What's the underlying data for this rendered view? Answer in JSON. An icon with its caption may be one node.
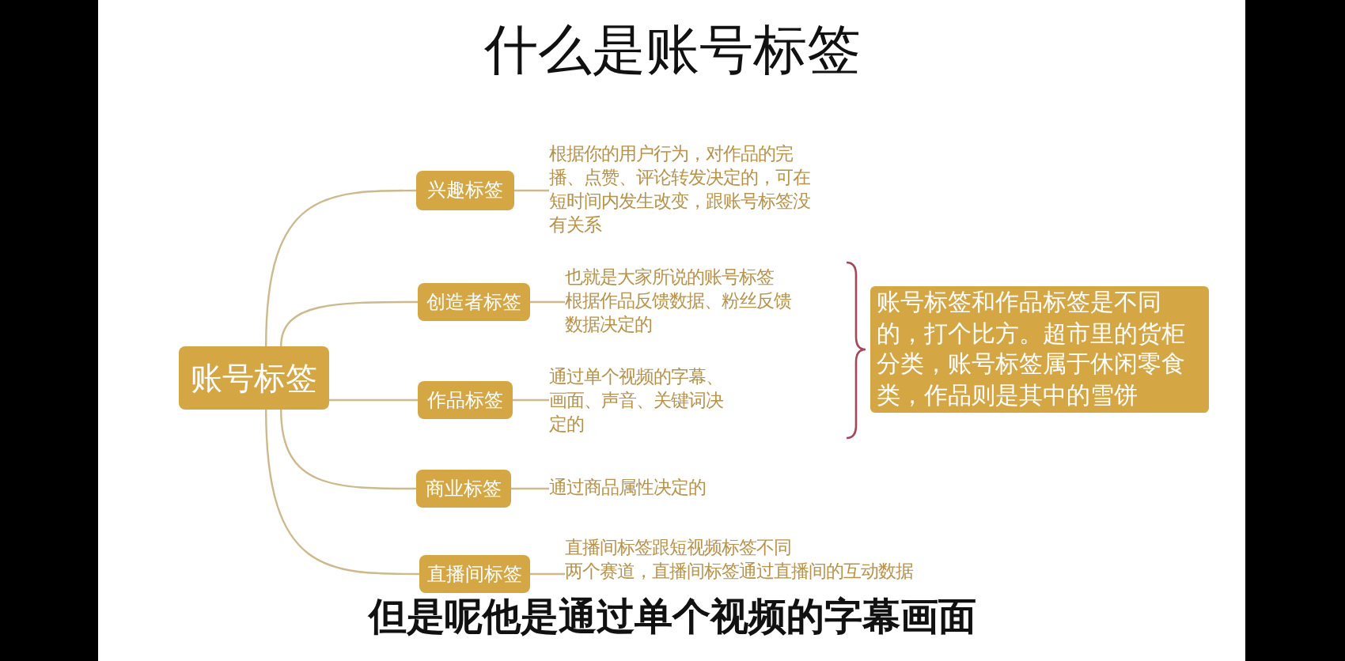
{
  "diagram": {
    "title": "什么是账号标签",
    "caption": "但是呢他是通过单个视频的字幕画面",
    "nodes": [
      {
        "text": [
          "账号标签"
        ]
      },
      {
        "text": [
          "兴趣标签"
        ]
      },
      {
        "text": [
          "根据你的用户行为，对作品的完播、点赞、评论转发决定的，可在短时间内发生改变，跟账号标签没有关系"
        ]
      },
      {
        "text": [
          "创造者标签"
        ]
      },
      {
        "text": [
          "也就是大家所说的账号标签",
          "根据作品反馈数据、粉丝反馈数据决定的"
        ]
      },
      {
        "text": [
          "作品标签"
        ]
      },
      {
        "text": [
          "通过单个视频的字幕、画面、声音、关键词决定的"
        ]
      },
      {
        "text": [
          "商业标签"
        ]
      },
      {
        "text": [
          "通过商品属性决定的"
        ]
      },
      {
        "text": [
          "直播间标签"
        ]
      },
      {
        "text": [
          "直播间标签跟短视频标签不同",
          "两个赛道，直播间标签通过直播间的互动数据"
        ]
      },
      {
        "text": [
          "账号标签和作品标签是不同的，打个比方。超市里的货柜分类，账号标签属于休闲零食类，作品则是其中的雪饼"
        ]
      }
    ],
    "edges": [
      {
        "from": 0,
        "to": 1,
        "arrow": "none"
      },
      {
        "from": 1,
        "to": 2,
        "arrow": "none"
      },
      {
        "from": 0,
        "to": 3,
        "arrow": "none"
      },
      {
        "from": 3,
        "to": 4,
        "arrow": "none"
      },
      {
        "from": 0,
        "to": 5,
        "arrow": "none"
      },
      {
        "from": 5,
        "to": 6,
        "arrow": "none"
      },
      {
        "from": 0,
        "to": 7,
        "arrow": "none"
      },
      {
        "from": 7,
        "to": 8,
        "arrow": "none"
      },
      {
        "from": 0,
        "to": 9,
        "arrow": "none"
      },
      {
        "from": 9,
        "to": 10,
        "arrow": "none"
      }
    ]
  }
}
